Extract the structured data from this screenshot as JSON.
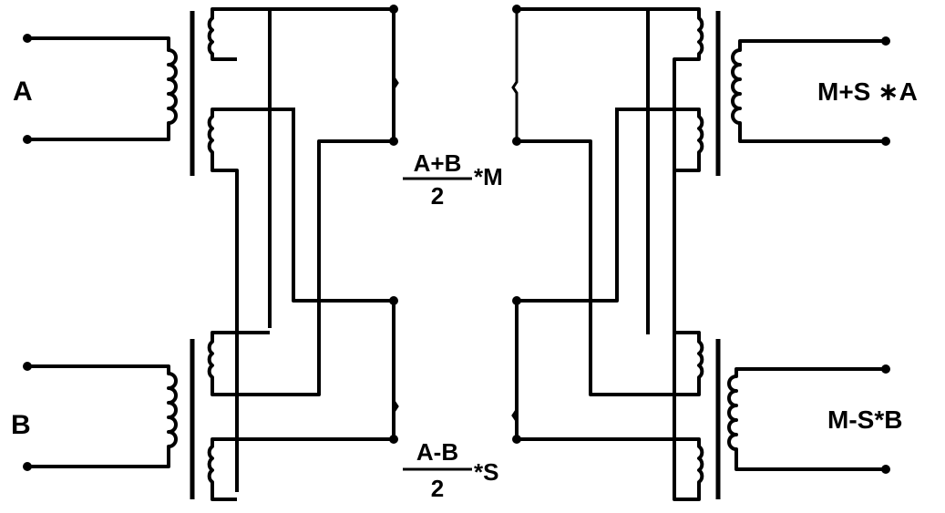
{
  "labels": {
    "input_a": "A",
    "input_b": "B",
    "mid_top_num": "A+B",
    "mid_top_den": "2",
    "mid_top_suffix": "*M",
    "mid_bot_num": "A-B",
    "mid_bot_den": "2",
    "mid_bot_suffix": "*S",
    "output_top": "M+S ∗A",
    "output_bot": "M-S*B"
  }
}
